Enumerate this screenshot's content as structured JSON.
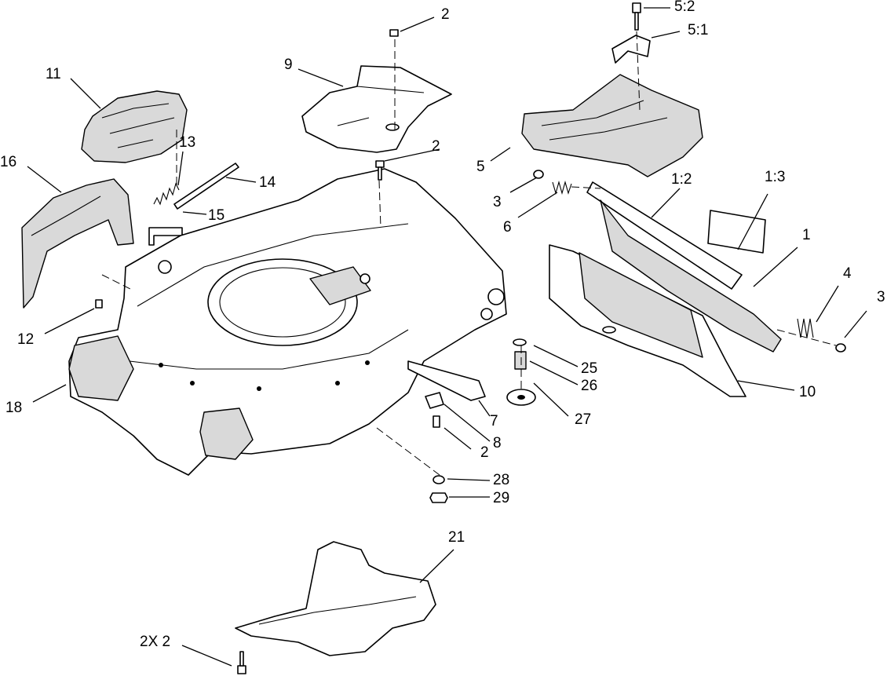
{
  "callouts": {
    "c_1": "1",
    "c_1_2": "1:2",
    "c_1_3": "1:3",
    "c_2a": "2",
    "c_2b": "2",
    "c_2c": "2",
    "c_2x2": "2X 2",
    "c_3a": "3",
    "c_3b": "3",
    "c_4": "4",
    "c_5": "5",
    "c_5_1": "5:1",
    "c_5_2": "5:2",
    "c_6": "6",
    "c_7": "7",
    "c_8": "8",
    "c_9": "9",
    "c_10": "10",
    "c_11": "11",
    "c_12": "12",
    "c_13": "13",
    "c_14": "14",
    "c_15": "15",
    "c_16": "16",
    "c_18": "18",
    "c_21": "21",
    "c_25": "25",
    "c_26": "26",
    "c_27": "27",
    "c_28": "28",
    "c_29": "29"
  }
}
